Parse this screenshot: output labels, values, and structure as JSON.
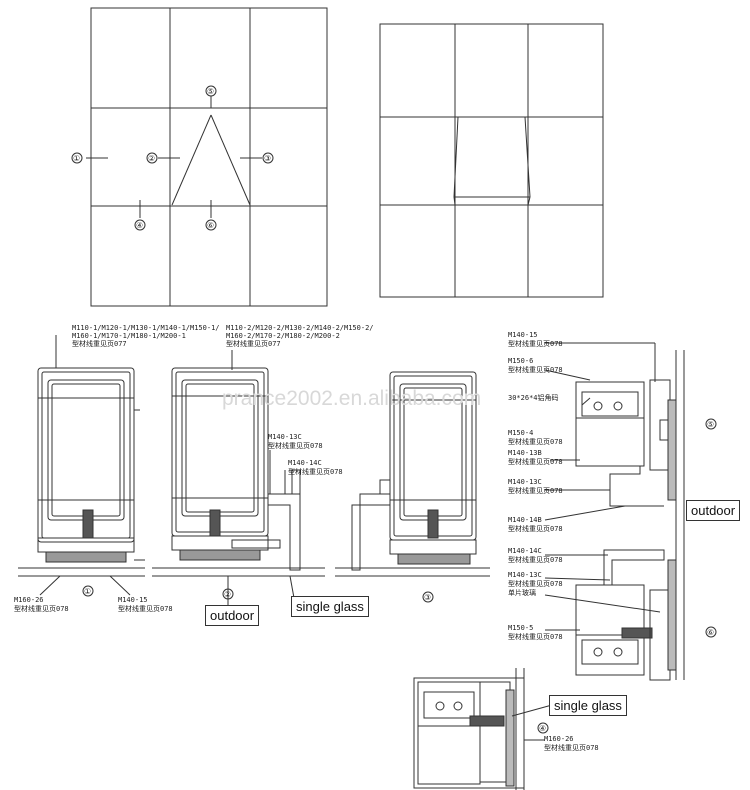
{
  "watermark": "prance2002.en.alibaba.com",
  "callouts": {
    "outdoor_1": "outdoor",
    "single_glass_1": "single glass",
    "outdoor_2": "outdoor",
    "single_glass_2": "single glass"
  },
  "elevation_markers": [
    "①",
    "②",
    "③",
    "④",
    "⑤",
    "⑥"
  ],
  "section_numbers": [
    "①",
    "②",
    "③",
    "④",
    "⑤",
    "⑥"
  ],
  "labels": {
    "sec1_top_line1": "M110-1/M120-1/M130-1/M140-1/M150-1/",
    "sec1_top_line2": "M160-1/M170-1/M180-1/M200-1",
    "sec1_top_line3": "型材线重见页077",
    "sec2_top_line1": "M110-2/M120-2/M130-2/M140-2/M150-2/",
    "sec2_top_line2": "M160-2/M170-2/M180-2/M200-2",
    "sec2_top_line3": "型材线重见页077",
    "m140_13c": "M140-13C",
    "m140_13c_w": "型材线重见页078",
    "m140_14c": "M140-14C",
    "m140_14c_w": "型材线重见页078",
    "m160_26": "M160-26",
    "m160_26_w": "型材线重见页078",
    "m140_15": "M140-15",
    "m140_15_w": "型材线重见页078",
    "r_m140_15": "M140-15",
    "r_m140_15_w": "型材线重见页078",
    "r_m150_6": "M150-6",
    "r_m150_6_w": "型材线重见页078",
    "r_angle": "30*26*4铝角码",
    "r_m150_4": "M150-4",
    "r_m150_4_w": "型材线重见页078",
    "r_m140_13b": "M140-13B",
    "r_m140_13b_w": "型材线重见页078",
    "r_m140_13c": "M140-13C",
    "r_m140_13c_w": "型材线重见页078",
    "r_m140_14b": "M140-14B",
    "r_m140_14b_w": "型材线重见页078",
    "r_m140_14c": "M140-14C",
    "r_m140_14c_w": "型材线重见页078",
    "r_m140_13c2": "M140-13C",
    "r_m140_13c2_w": "型材线重见页078",
    "r_single": "单片玻璃",
    "r_m150_5": "M150-5",
    "r_m150_5_w": "型材线重见页078",
    "b_m160_26": "M160-26",
    "b_m160_26_w": "型材线重见页078"
  }
}
